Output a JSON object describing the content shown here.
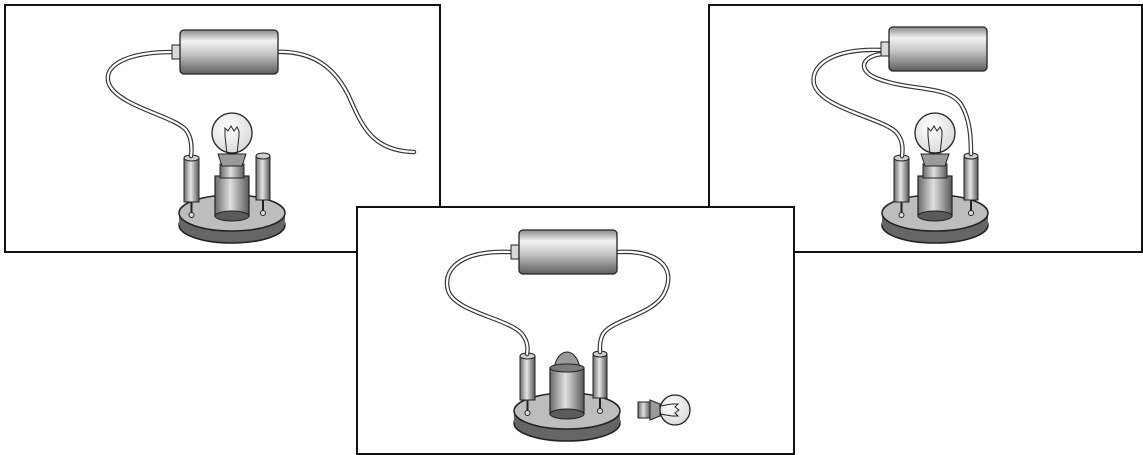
{
  "figure": {
    "panels": [
      {
        "id": "left",
        "description_free": true
      },
      {
        "id": "middle",
        "description_free": true
      },
      {
        "id": "right",
        "description_free": true
      }
    ]
  },
  "colors": {
    "border": "#111111",
    "wire": "#333333",
    "wire_fill": "#ffffff",
    "metal_dark": "#6e6e6e",
    "metal_light": "#eeeeee",
    "base_top": "#bdbdbd",
    "base_side": "#666666",
    "glass": "#f4f4f4"
  }
}
